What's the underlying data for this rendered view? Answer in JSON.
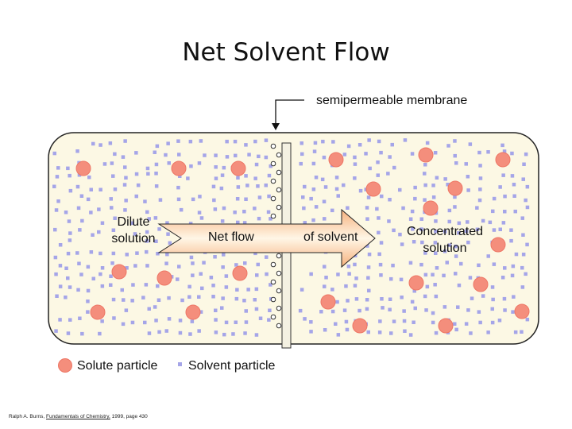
{
  "title": "Net Solvent Flow",
  "membrane_label": "semipermeable membrane",
  "left_label": "Dilute\nsolution",
  "right_label": "Concentrated\nsolution",
  "arrow_label_left": "Net flow",
  "arrow_label_right": "of solvent",
  "legend": {
    "solute": "Solute particle",
    "solvent": "Solvent particle"
  },
  "citation": {
    "author": "Ralph A. Burns,",
    "book": "Fundamentals of Chemistry,",
    "rest": "1999, page 430"
  },
  "colors": {
    "container_fill": "#fcf8e4",
    "solute": "#f48e7c",
    "solute_edge": "#ee7766",
    "solvent": "#a5a5e8",
    "arrow_light": "#fff6e6",
    "arrow_dark": "#f6b17d",
    "membrane": "#f4f1e2"
  }
}
